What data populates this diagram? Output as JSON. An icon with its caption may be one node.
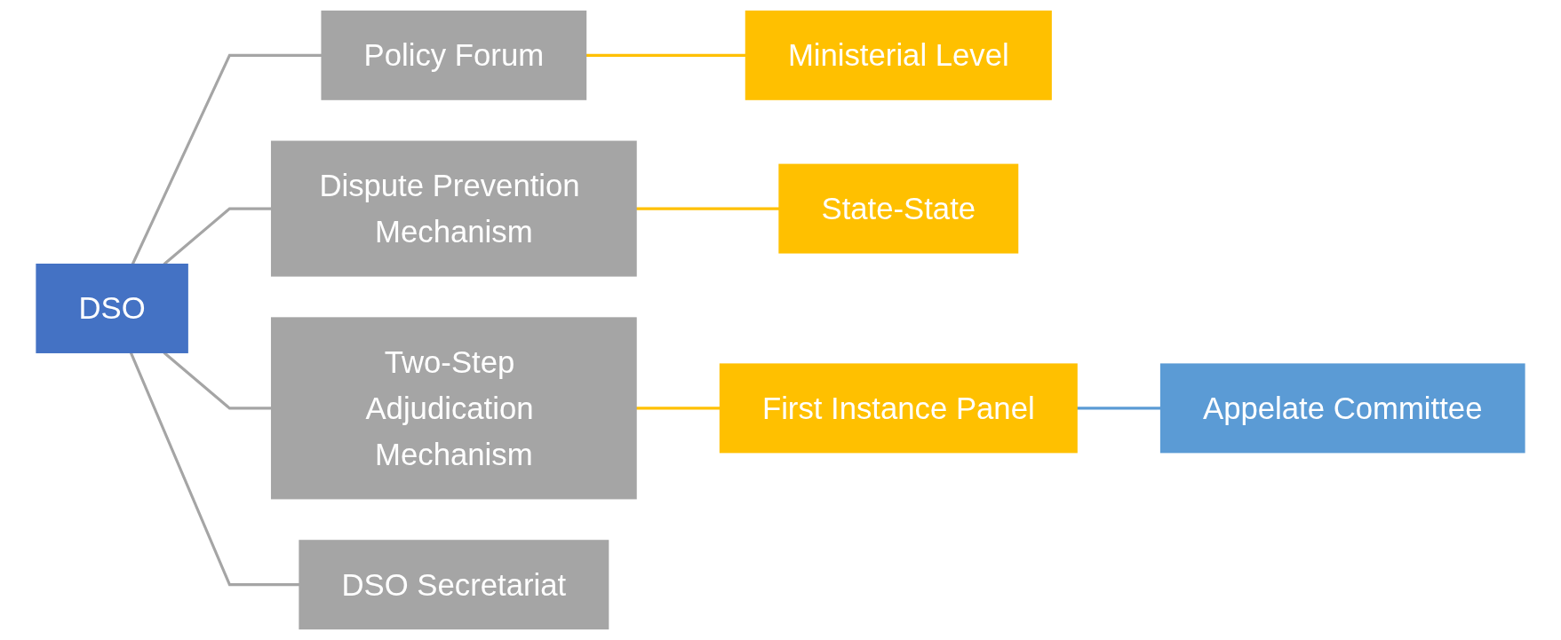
{
  "diagram": {
    "nodes": [
      {
        "text": [
          "DSO"
        ]
      },
      {
        "text": [
          "Policy Forum"
        ]
      },
      {
        "text": [
          "Dispute Prevention Mechanism"
        ]
      },
      {
        "text": [
          "Two-Step Adjudication Mechanism"
        ]
      },
      {
        "text": [
          "DSO Secretariat"
        ]
      },
      {
        "text": [
          "Ministerial Level"
        ]
      },
      {
        "text": [
          "State-State"
        ]
      },
      {
        "text": [
          "First Instance Panel"
        ]
      },
      {
        "text": [
          "Appelate Committee"
        ]
      }
    ],
    "edges": [
      {
        "from": 0,
        "to": 1,
        "arrow": "none"
      },
      {
        "from": 0,
        "to": 2,
        "arrow": "none"
      },
      {
        "from": 0,
        "to": 3,
        "arrow": "none"
      },
      {
        "from": 0,
        "to": 4,
        "arrow": "none"
      },
      {
        "from": 1,
        "to": 5,
        "arrow": "none",
        "color": "#ffc000"
      },
      {
        "from": 2,
        "to": 6,
        "arrow": "none",
        "color": "#ffc000"
      },
      {
        "from": 3,
        "to": 7,
        "arrow": "none",
        "color": "#ffc000"
      },
      {
        "from": 7,
        "to": 8,
        "arrow": "none",
        "color": "#5b9bd5"
      }
    ]
  }
}
